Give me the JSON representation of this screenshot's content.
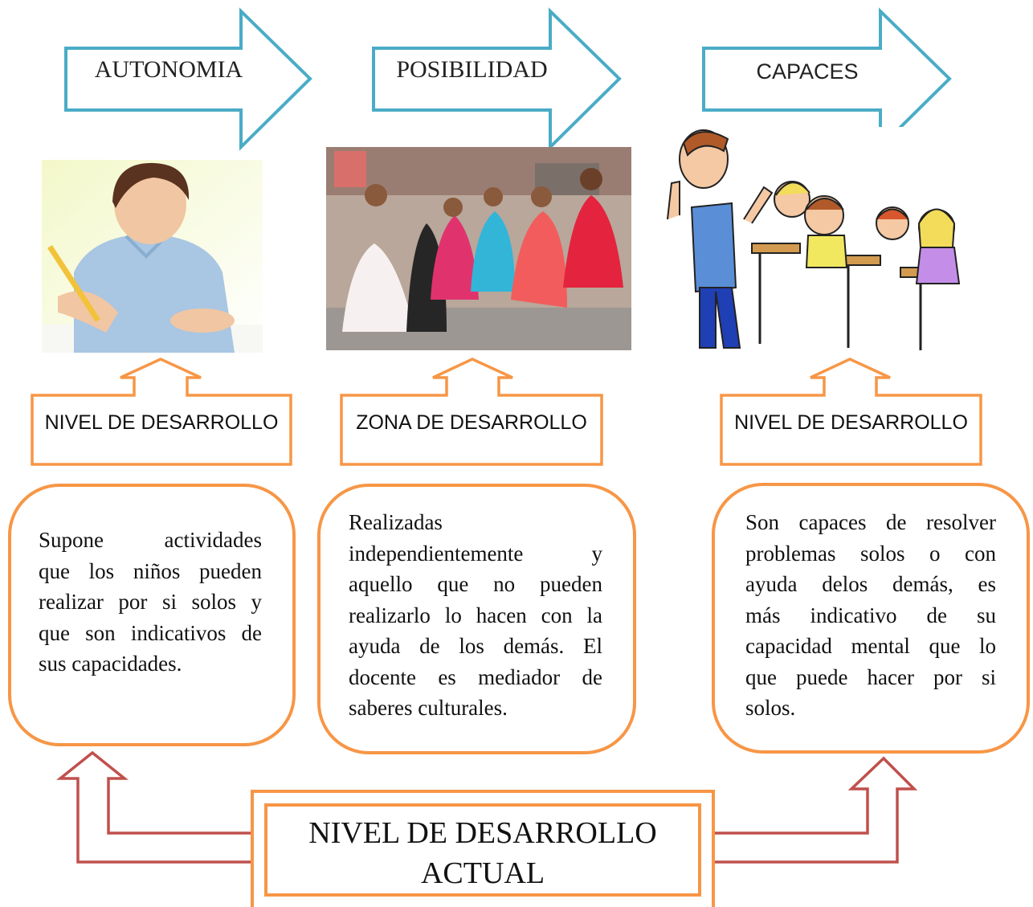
{
  "top_arrows": [
    {
      "label": "AUTONOMIA"
    },
    {
      "label": "POSIBILIDAD"
    },
    {
      "label": "CAPACES"
    }
  ],
  "level_boxes": [
    {
      "label": "NIVEL DE DESARROLLO"
    },
    {
      "label": "ZONA DE DESARROLLO"
    },
    {
      "label": "NIVEL DE DESARROLLO"
    }
  ],
  "descriptions": [
    {
      "lines": [
        "Supone actividades",
        "que los niños pueden",
        "realizar por si solos y",
        "que son indicativos de",
        "sus capacidades."
      ]
    },
    {
      "lines": [
        "Realizadas",
        "independientemente y",
        "aquello que no pueden",
        "realizarlo lo hacen con la",
        "ayuda de los demás. El",
        "docente es mediador de",
        "saberes culturales."
      ]
    },
    {
      "lines": [
        "Son capaces de resolver",
        "problemas solos o con",
        "ayuda delos demás, es",
        "más indicativo de su",
        "capacidad mental que lo",
        "que puede hacer por si",
        "solos."
      ]
    }
  ],
  "bottom_box": {
    "line1": "NIVEL DE DESARROLLO",
    "line2": "ACTUAL"
  },
  "colors": {
    "arrow_stroke": "#4aacc6",
    "box_stroke": "#f79646",
    "red_arrow": "#c0504d"
  },
  "images": [
    {
      "icon": "boy-writing-photo"
    },
    {
      "icon": "costumed-dancers-photo"
    },
    {
      "icon": "teacher-students-cartoon"
    }
  ]
}
